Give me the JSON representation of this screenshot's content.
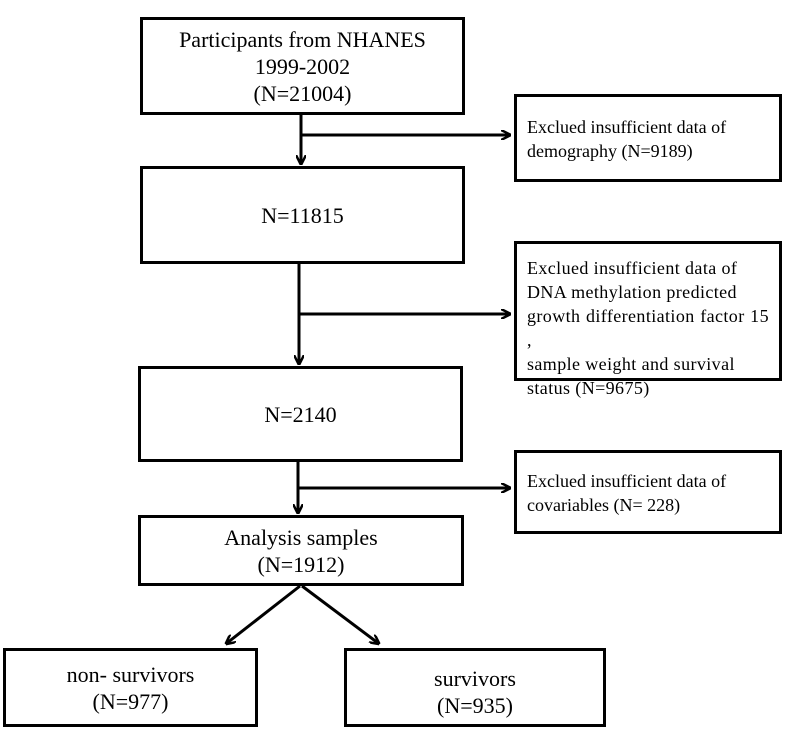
{
  "boxes": {
    "participants": {
      "line1": "Participants from NHANES",
      "line2": "1999-2002",
      "line3": "(N=21004)"
    },
    "n11815": {
      "text": "N=11815"
    },
    "n2140": {
      "text": "N=2140"
    },
    "analysis": {
      "line1": "Analysis samples",
      "line2": "(N=1912)"
    },
    "nonsurvivors": {
      "line1": "non- survivors",
      "line2": "(N=977)"
    },
    "survivors": {
      "line1": "survivors",
      "line2": "(N=935)"
    }
  },
  "exclusions": {
    "demography": {
      "line1": "Exclued insufficient data of",
      "line2": "demography (N=9189)"
    },
    "dna": {
      "line1": "Exclued insufficient data of",
      "line2": "DNA methylation predicted",
      "line3": "growth differentiation factor 15 ,",
      "line4": "sample weight and survival",
      "line5": "status (N=9675)"
    },
    "covariables": {
      "line1": "Exclued insufficient data of",
      "line2": "covariables (N= 228)"
    }
  }
}
